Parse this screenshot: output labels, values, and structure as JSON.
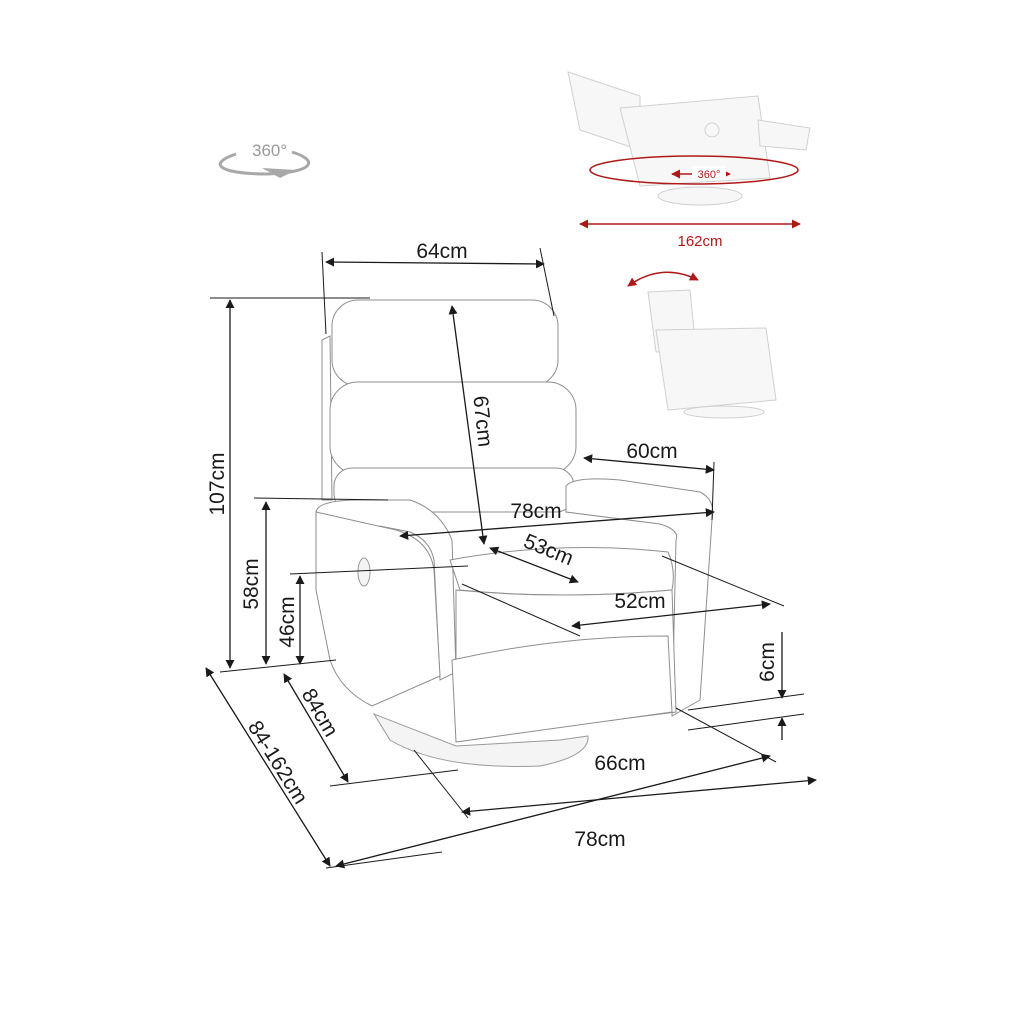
{
  "rotation_badge": {
    "label": "360°",
    "icon": "rotate-360-icon"
  },
  "swivel_inset": {
    "rotation_label": "360°",
    "extended_length": "162cm",
    "accent_color": "#b01818"
  },
  "recline_inset": {
    "icon": "recline-arrow-icon"
  },
  "dimensions": {
    "backrest_width": "64cm",
    "total_height": "107cm",
    "backrest_height": "67cm",
    "armrest_depth": "60cm",
    "inner_width": "78cm",
    "seat_depth": "53cm",
    "armrest_height": "58cm",
    "seat_height": "46cm",
    "seat_width": "52cm",
    "base_clearance": "6cm",
    "depth": "84cm",
    "depth_range": "84-162cm",
    "base_width": "66cm",
    "total_width": "78cm"
  }
}
